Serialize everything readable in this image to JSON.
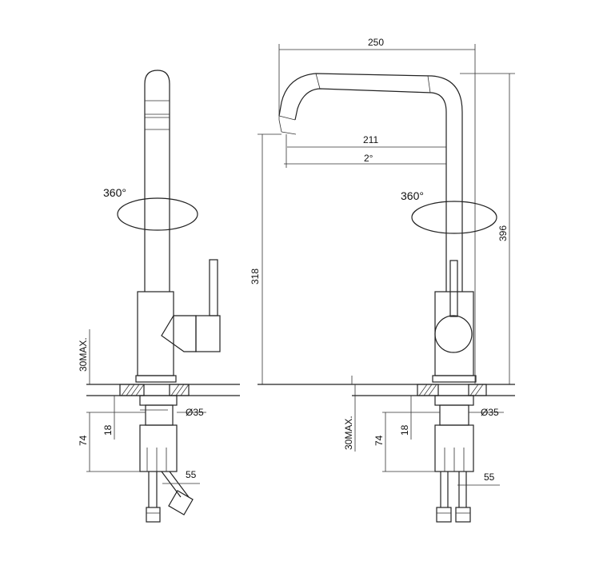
{
  "side_view": {
    "rotation_label": "360°",
    "spacing_max": "30MAX.",
    "dim_74": "74",
    "dim_18": "18",
    "diameter": "Ø35",
    "dim_55": "55"
  },
  "front_view": {
    "width_overall": "250",
    "reach": "211",
    "angle": "2°",
    "rotation_label": "360°",
    "height_overall": "396",
    "spout_height": "318",
    "spacing_max": "30MAX.",
    "dim_74": "74",
    "dim_18": "18",
    "diameter": "Ø35",
    "dim_55": "55"
  }
}
